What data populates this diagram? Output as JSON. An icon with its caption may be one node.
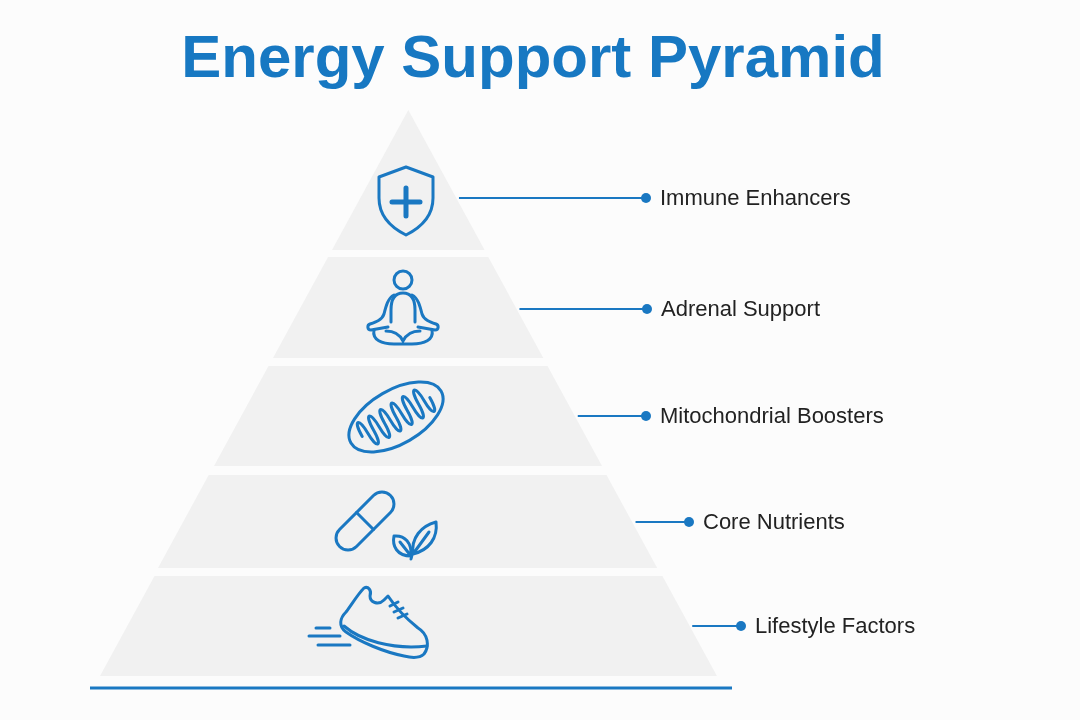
{
  "diagram": {
    "title": "Energy Support Pyramid",
    "nodes": [
      {
        "text": [],
        "shape": "triangle"
      },
      {
        "text": [
          "Immune Enhancers"
        ]
      },
      {
        "text": [],
        "shape": "trapezoid"
      },
      {
        "text": [
          "Adrenal Support"
        ]
      },
      {
        "text": [],
        "shape": "trapezoid"
      },
      {
        "text": [
          "Mitochondrial Boosters"
        ]
      },
      {
        "text": [],
        "shape": "trapezoid"
      },
      {
        "text": [
          "Core Nutrients"
        ]
      },
      {
        "text": [],
        "shape": "trapezoid"
      },
      {
        "text": [
          "Lifestyle Factors"
        ]
      }
    ],
    "edges": [
      {
        "from": 1,
        "to": 0,
        "arrow": "other"
      },
      {
        "from": 3,
        "to": 2,
        "arrow": "other"
      },
      {
        "from": 5,
        "to": 4,
        "arrow": "other"
      },
      {
        "from": 7,
        "to": 6,
        "arrow": "other"
      },
      {
        "from": 9,
        "to": 8,
        "arrow": "other"
      }
    ]
  }
}
